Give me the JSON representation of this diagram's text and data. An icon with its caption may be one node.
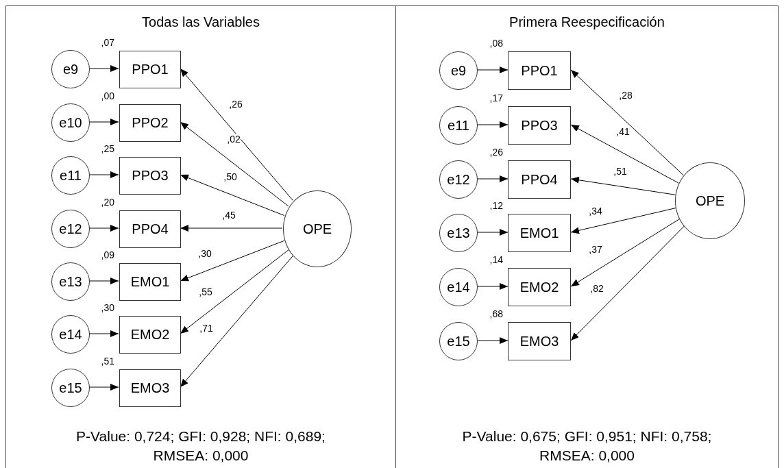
{
  "diagram": {
    "nodes": [
      {
        "text": [
          "Todas las Variables",
          "P-Value: 0,724; GFI: 0,928; NFI: 0,689; RMSEA: 0,000"
        ]
      },
      {
        "text": [
          "e9"
        ],
        "in": 0
      },
      {
        "text": [
          "PPO1"
        ],
        "in": 0,
        "beside": [
          ",07"
        ]
      },
      {
        "text": [
          "e10"
        ],
        "in": 0
      },
      {
        "text": [
          "PPO2"
        ],
        "in": 0,
        "beside": [
          ",00"
        ]
      },
      {
        "text": [
          "e11"
        ],
        "in": 0
      },
      {
        "text": [
          "PPO3"
        ],
        "in": 0,
        "beside": [
          ",25"
        ]
      },
      {
        "text": [
          "e12"
        ],
        "in": 0
      },
      {
        "text": [
          "PPO4"
        ],
        "in": 0,
        "beside": [
          ",20"
        ]
      },
      {
        "text": [
          "e13"
        ],
        "in": 0
      },
      {
        "text": [
          "EMO1"
        ],
        "in": 0,
        "beside": [
          ",09"
        ]
      },
      {
        "text": [
          "e14"
        ],
        "in": 0
      },
      {
        "text": [
          "EMO2"
        ],
        "in": 0,
        "beside": [
          ",30"
        ]
      },
      {
        "text": [
          "e15"
        ],
        "in": 0
      },
      {
        "text": [
          "EMO3"
        ],
        "in": 0,
        "beside": [
          ",51"
        ]
      },
      {
        "text": [
          "OPE"
        ],
        "in": 0
      },
      {
        "text": [
          "Primera Reespecificación",
          "P-Value: 0,675; GFI: 0,951; NFI: 0,758; RMSEA: 0,000"
        ]
      },
      {
        "text": [
          "e9"
        ],
        "in": 16
      },
      {
        "text": [
          "PPO1"
        ],
        "in": 16,
        "beside": [
          ",08"
        ]
      },
      {
        "text": [
          "e11"
        ],
        "in": 16
      },
      {
        "text": [
          "PPO3"
        ],
        "in": 16,
        "beside": [
          ",17"
        ]
      },
      {
        "text": [
          "e12"
        ],
        "in": 16
      },
      {
        "text": [
          "PPO4"
        ],
        "in": 16,
        "beside": [
          ",26"
        ]
      },
      {
        "text": [
          "e13"
        ],
        "in": 16
      },
      {
        "text": [
          "EMO1"
        ],
        "in": 16,
        "beside": [
          ",12"
        ]
      },
      {
        "text": [
          "e14"
        ],
        "in": 16
      },
      {
        "text": [
          "EMO2"
        ],
        "in": 16,
        "beside": [
          ",14"
        ]
      },
      {
        "text": [
          "e15"
        ],
        "in": 16
      },
      {
        "text": [
          "EMO3"
        ],
        "in": 16,
        "beside": [
          ",68"
        ]
      },
      {
        "text": [
          "OPE"
        ],
        "in": 16
      }
    ],
    "edges": [
      {
        "from": 1,
        "to": 2,
        "arrow": "to"
      },
      {
        "from": 3,
        "to": 4,
        "arrow": "to"
      },
      {
        "from": 5,
        "to": 6,
        "arrow": "to"
      },
      {
        "from": 7,
        "to": 8,
        "arrow": "to"
      },
      {
        "from": 9,
        "to": 10,
        "arrow": "to"
      },
      {
        "from": 11,
        "to": 12,
        "arrow": "to"
      },
      {
        "from": 13,
        "to": 14,
        "arrow": "to"
      },
      {
        "from": 15,
        "to": 2,
        "arrow": "to",
        "label": ",26"
      },
      {
        "from": 15,
        "to": 4,
        "arrow": "to",
        "label": ",02"
      },
      {
        "from": 15,
        "to": 6,
        "arrow": "to",
        "label": ",50"
      },
      {
        "from": 15,
        "to": 8,
        "arrow": "to",
        "label": ",45"
      },
      {
        "from": 15,
        "to": 10,
        "arrow": "to",
        "label": ",30"
      },
      {
        "from": 15,
        "to": 12,
        "arrow": "to",
        "label": ",55"
      },
      {
        "from": 15,
        "to": 14,
        "arrow": "to",
        "label": ",71"
      },
      {
        "from": 17,
        "to": 18,
        "arrow": "to"
      },
      {
        "from": 19,
        "to": 20,
        "arrow": "to"
      },
      {
        "from": 21,
        "to": 22,
        "arrow": "to"
      },
      {
        "from": 23,
        "to": 24,
        "arrow": "to"
      },
      {
        "from": 25,
        "to": 26,
        "arrow": "to"
      },
      {
        "from": 27,
        "to": 28,
        "arrow": "to"
      },
      {
        "from": 29,
        "to": 18,
        "arrow": "to",
        "label": ",28"
      },
      {
        "from": 29,
        "to": 20,
        "arrow": "to",
        "label": ",41"
      },
      {
        "from": 29,
        "to": 22,
        "arrow": "to",
        "label": ",51"
      },
      {
        "from": 29,
        "to": 24,
        "arrow": "to",
        "label": ",34"
      },
      {
        "from": 29,
        "to": 26,
        "arrow": "to",
        "label": ",37"
      },
      {
        "from": 29,
        "to": 28,
        "arrow": "to",
        "label": ",82"
      }
    ]
  }
}
